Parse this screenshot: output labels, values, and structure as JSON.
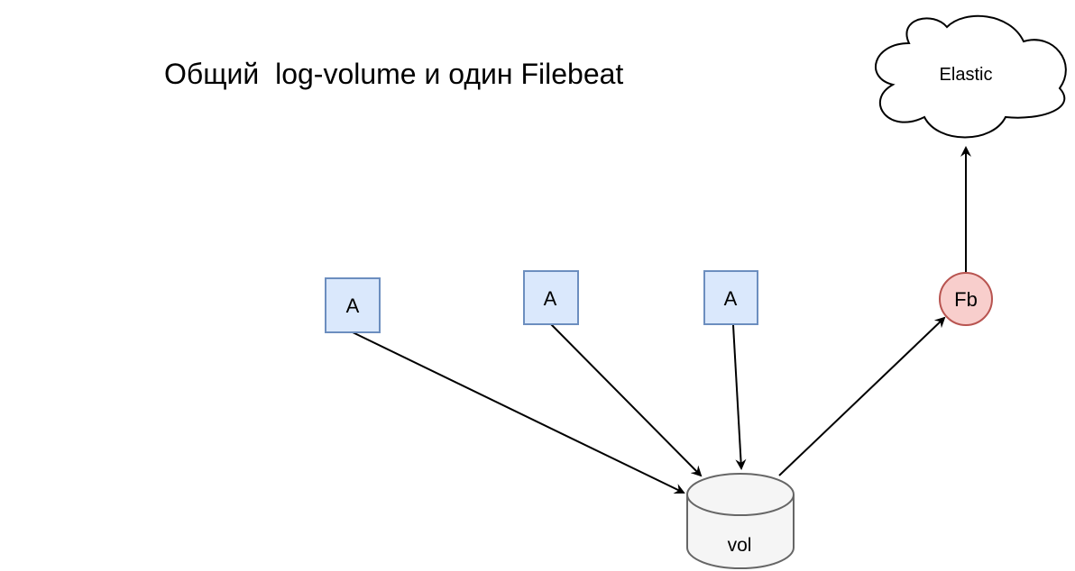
{
  "title": "Общий  log-volume и один Filebeat",
  "nodes": {
    "app1": {
      "label": "A"
    },
    "app2": {
      "label": "A"
    },
    "app3": {
      "label": "A"
    },
    "filebeat": {
      "label": "Fb"
    },
    "volume": {
      "label": "vol"
    },
    "elastic": {
      "label": "Elastic"
    }
  },
  "edges": [
    {
      "from": "app1",
      "to": "volume"
    },
    {
      "from": "app2",
      "to": "volume"
    },
    {
      "from": "app3",
      "to": "volume"
    },
    {
      "from": "volume",
      "to": "filebeat"
    },
    {
      "from": "filebeat",
      "to": "elastic"
    }
  ],
  "colors": {
    "app_fill": "#dae8fc",
    "app_stroke": "#6c8ebf",
    "filebeat_fill": "#f8cecc",
    "filebeat_stroke": "#b85450",
    "volume_fill": "#f5f5f5",
    "volume_stroke": "#666666",
    "edge": "#000000"
  }
}
